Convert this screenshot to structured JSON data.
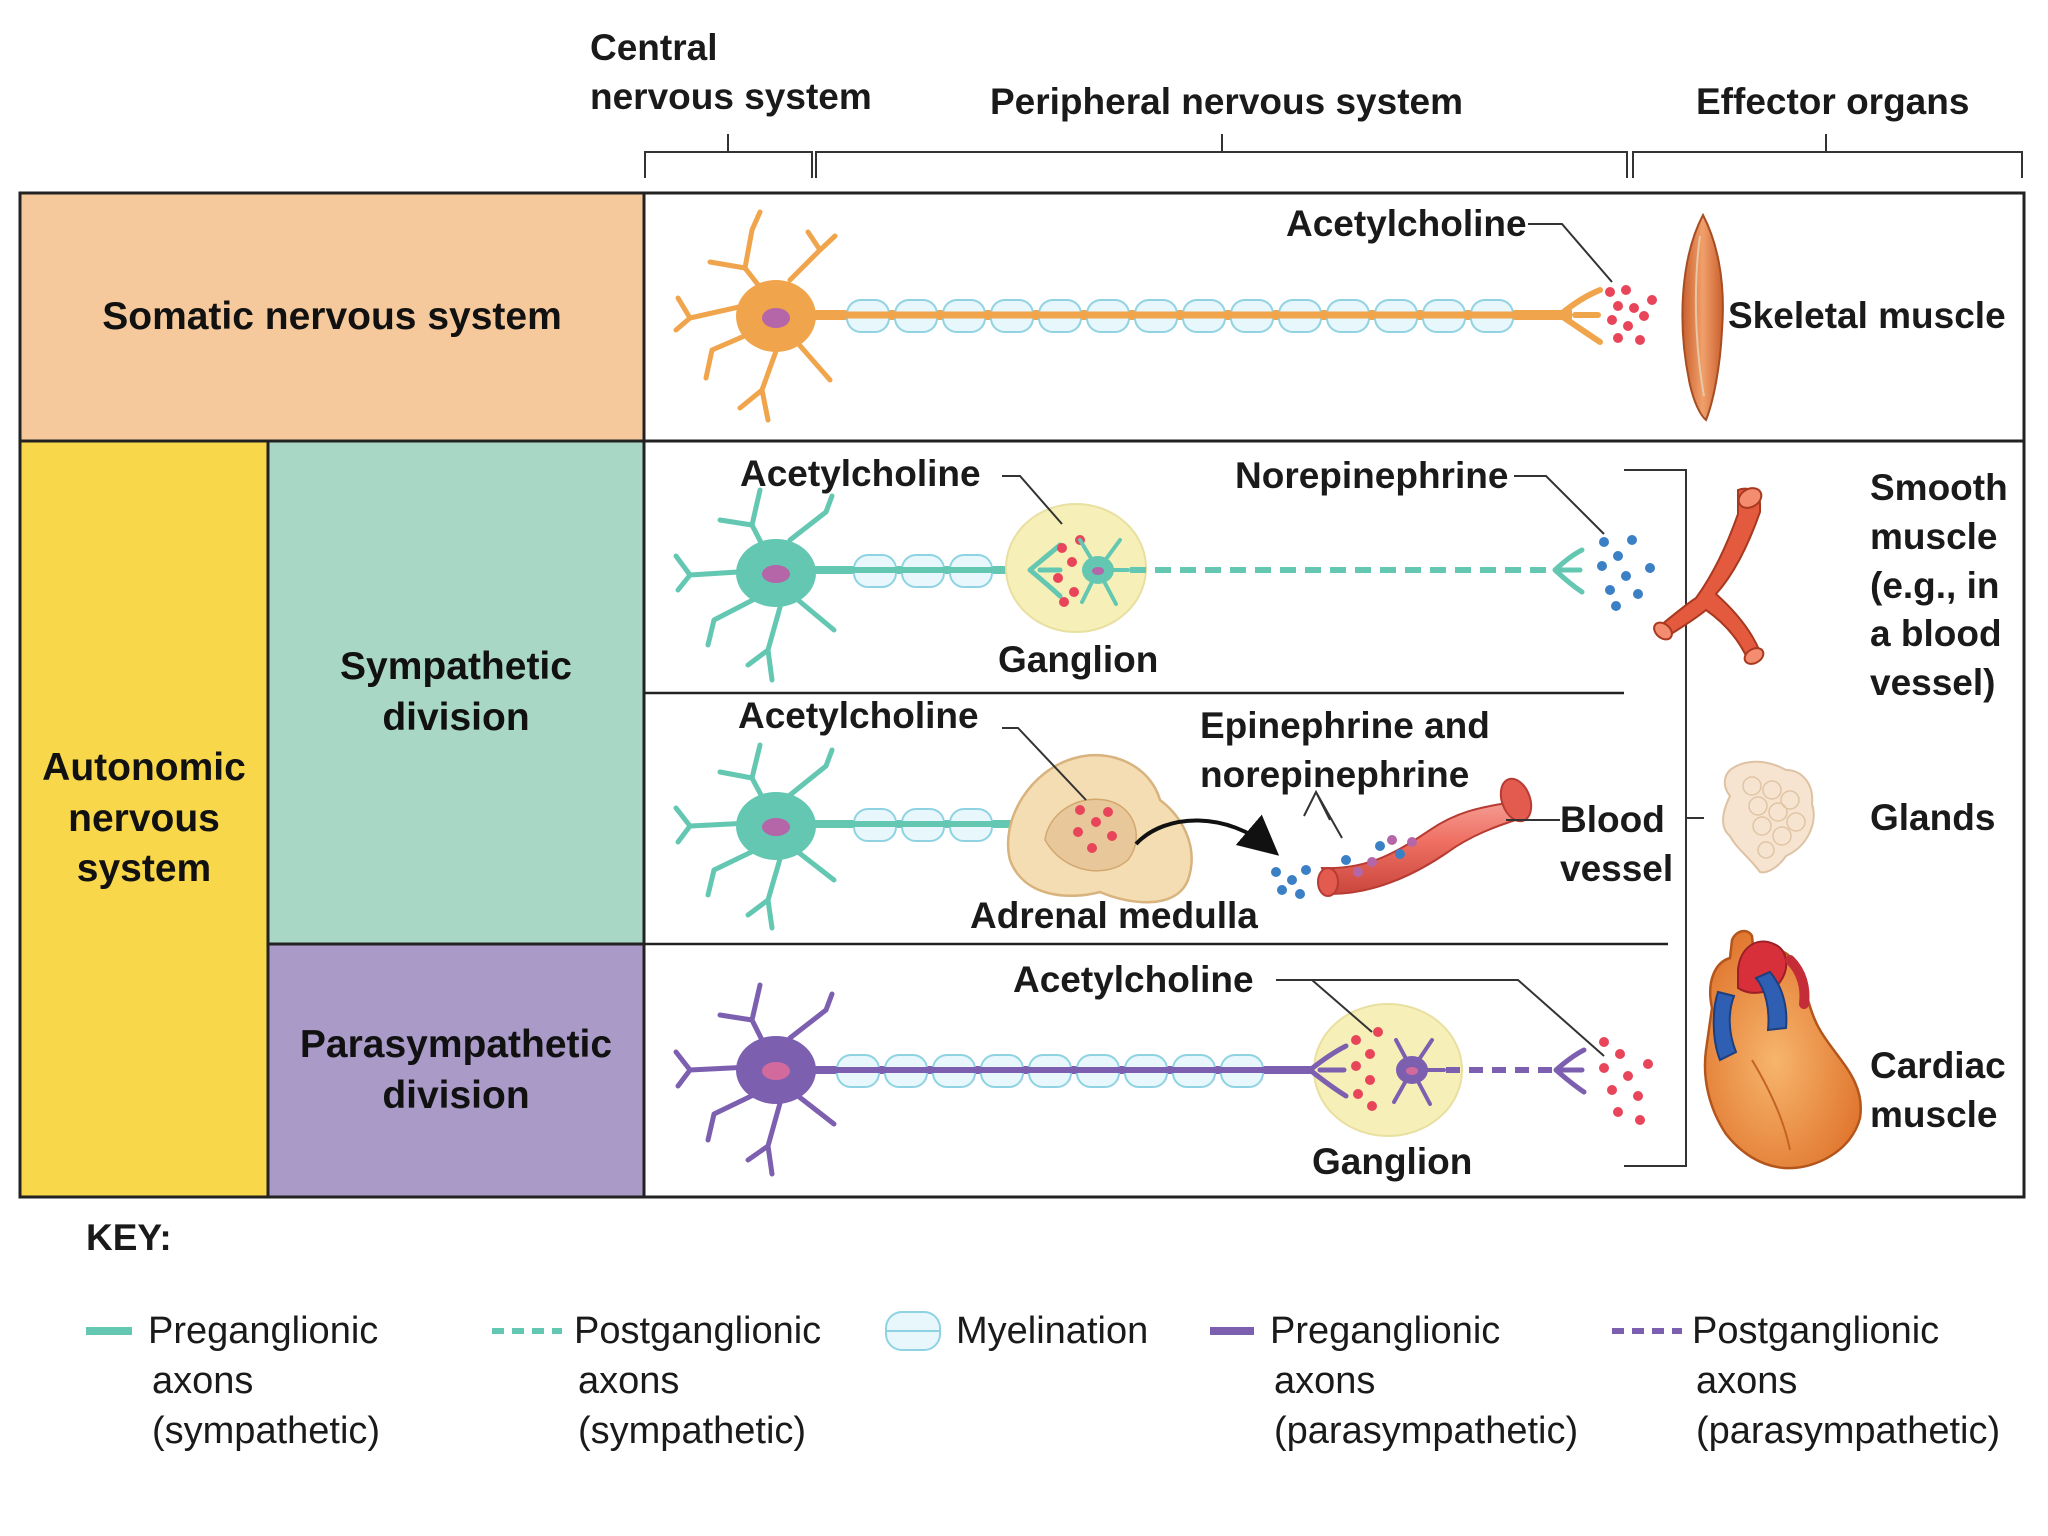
{
  "columns": {
    "cns": [
      "Central",
      "nervous system"
    ],
    "pns": "Peripheral nervous system",
    "effector": "Effector organs"
  },
  "rows": {
    "somatic": "Somatic nervous system",
    "autonomic": [
      "Autonomic",
      "nervous",
      "system"
    ],
    "sympathetic": [
      "Sympathetic",
      "division"
    ],
    "parasympathetic": [
      "Parasympathetic",
      "division"
    ]
  },
  "labels": {
    "acetylcholine": "Acetylcholine",
    "norepinephrine": "Norepinephrine",
    "ganglion": "Ganglion",
    "epi_norepi": [
      "Epinephrine and",
      "norepinephrine"
    ],
    "adrenal_medulla": "Adrenal medulla",
    "blood_vessel": [
      "Blood",
      "vessel"
    ]
  },
  "effectors": {
    "skeletal": "Skeletal muscle",
    "smooth": [
      "Smooth",
      "muscle",
      "(e.g., in",
      "a blood",
      "vessel)"
    ],
    "glands": "Glands",
    "cardiac": [
      "Cardiac",
      "muscle"
    ]
  },
  "key": {
    "title": "KEY:",
    "items": [
      {
        "label": [
          "Preganglionic",
          "axons",
          "(sympathetic)"
        ]
      },
      {
        "label": [
          "Postganglionic",
          "axons",
          "(sympathetic)"
        ]
      },
      {
        "label": [
          "Myelination"
        ]
      },
      {
        "label": [
          "Preganglionic",
          "axons",
          "(parasympathetic)"
        ]
      },
      {
        "label": [
          "Postganglionic",
          "axons",
          "(parasympathetic)"
        ]
      }
    ]
  },
  "colors": {
    "somatic_fill": "#f5c99b",
    "autonomic_fill": "#f8d74a",
    "sympathetic_fill": "#a9d7c6",
    "parasympathetic_fill": "#a99ac8",
    "somatic_neuron": "#f0a44b",
    "sympathetic_neuron": "#63c7b2",
    "parasympathetic_neuron": "#7d5fb0",
    "myelin": "#bfe6ef",
    "ganglion": "#f6f0b8",
    "acetylcholine_dot": "#e8455a",
    "norepinephrine_dot": "#3b7fc4"
  },
  "icons": [
    "neuron-icon",
    "skeletal-muscle-icon",
    "smooth-muscle-vessel-icon",
    "glands-icon",
    "heart-icon",
    "blood-vessel-icon",
    "adrenal-gland-icon"
  ]
}
